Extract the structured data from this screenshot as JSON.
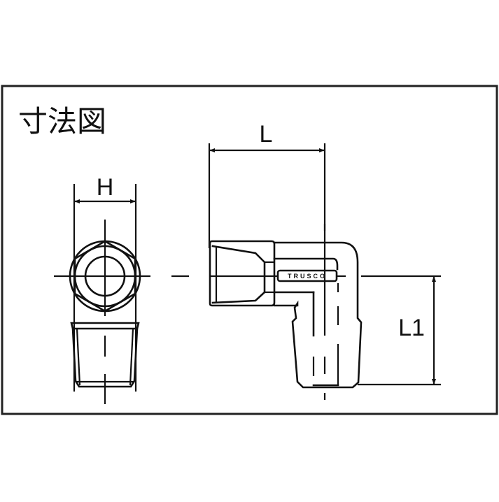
{
  "title": "寸法図",
  "dimensions": {
    "hex_width": "H",
    "length": "L",
    "length_1": "L1"
  },
  "part_marking": "TRUSCO",
  "colors": {
    "line": "#111111",
    "background": "#ffffff"
  }
}
